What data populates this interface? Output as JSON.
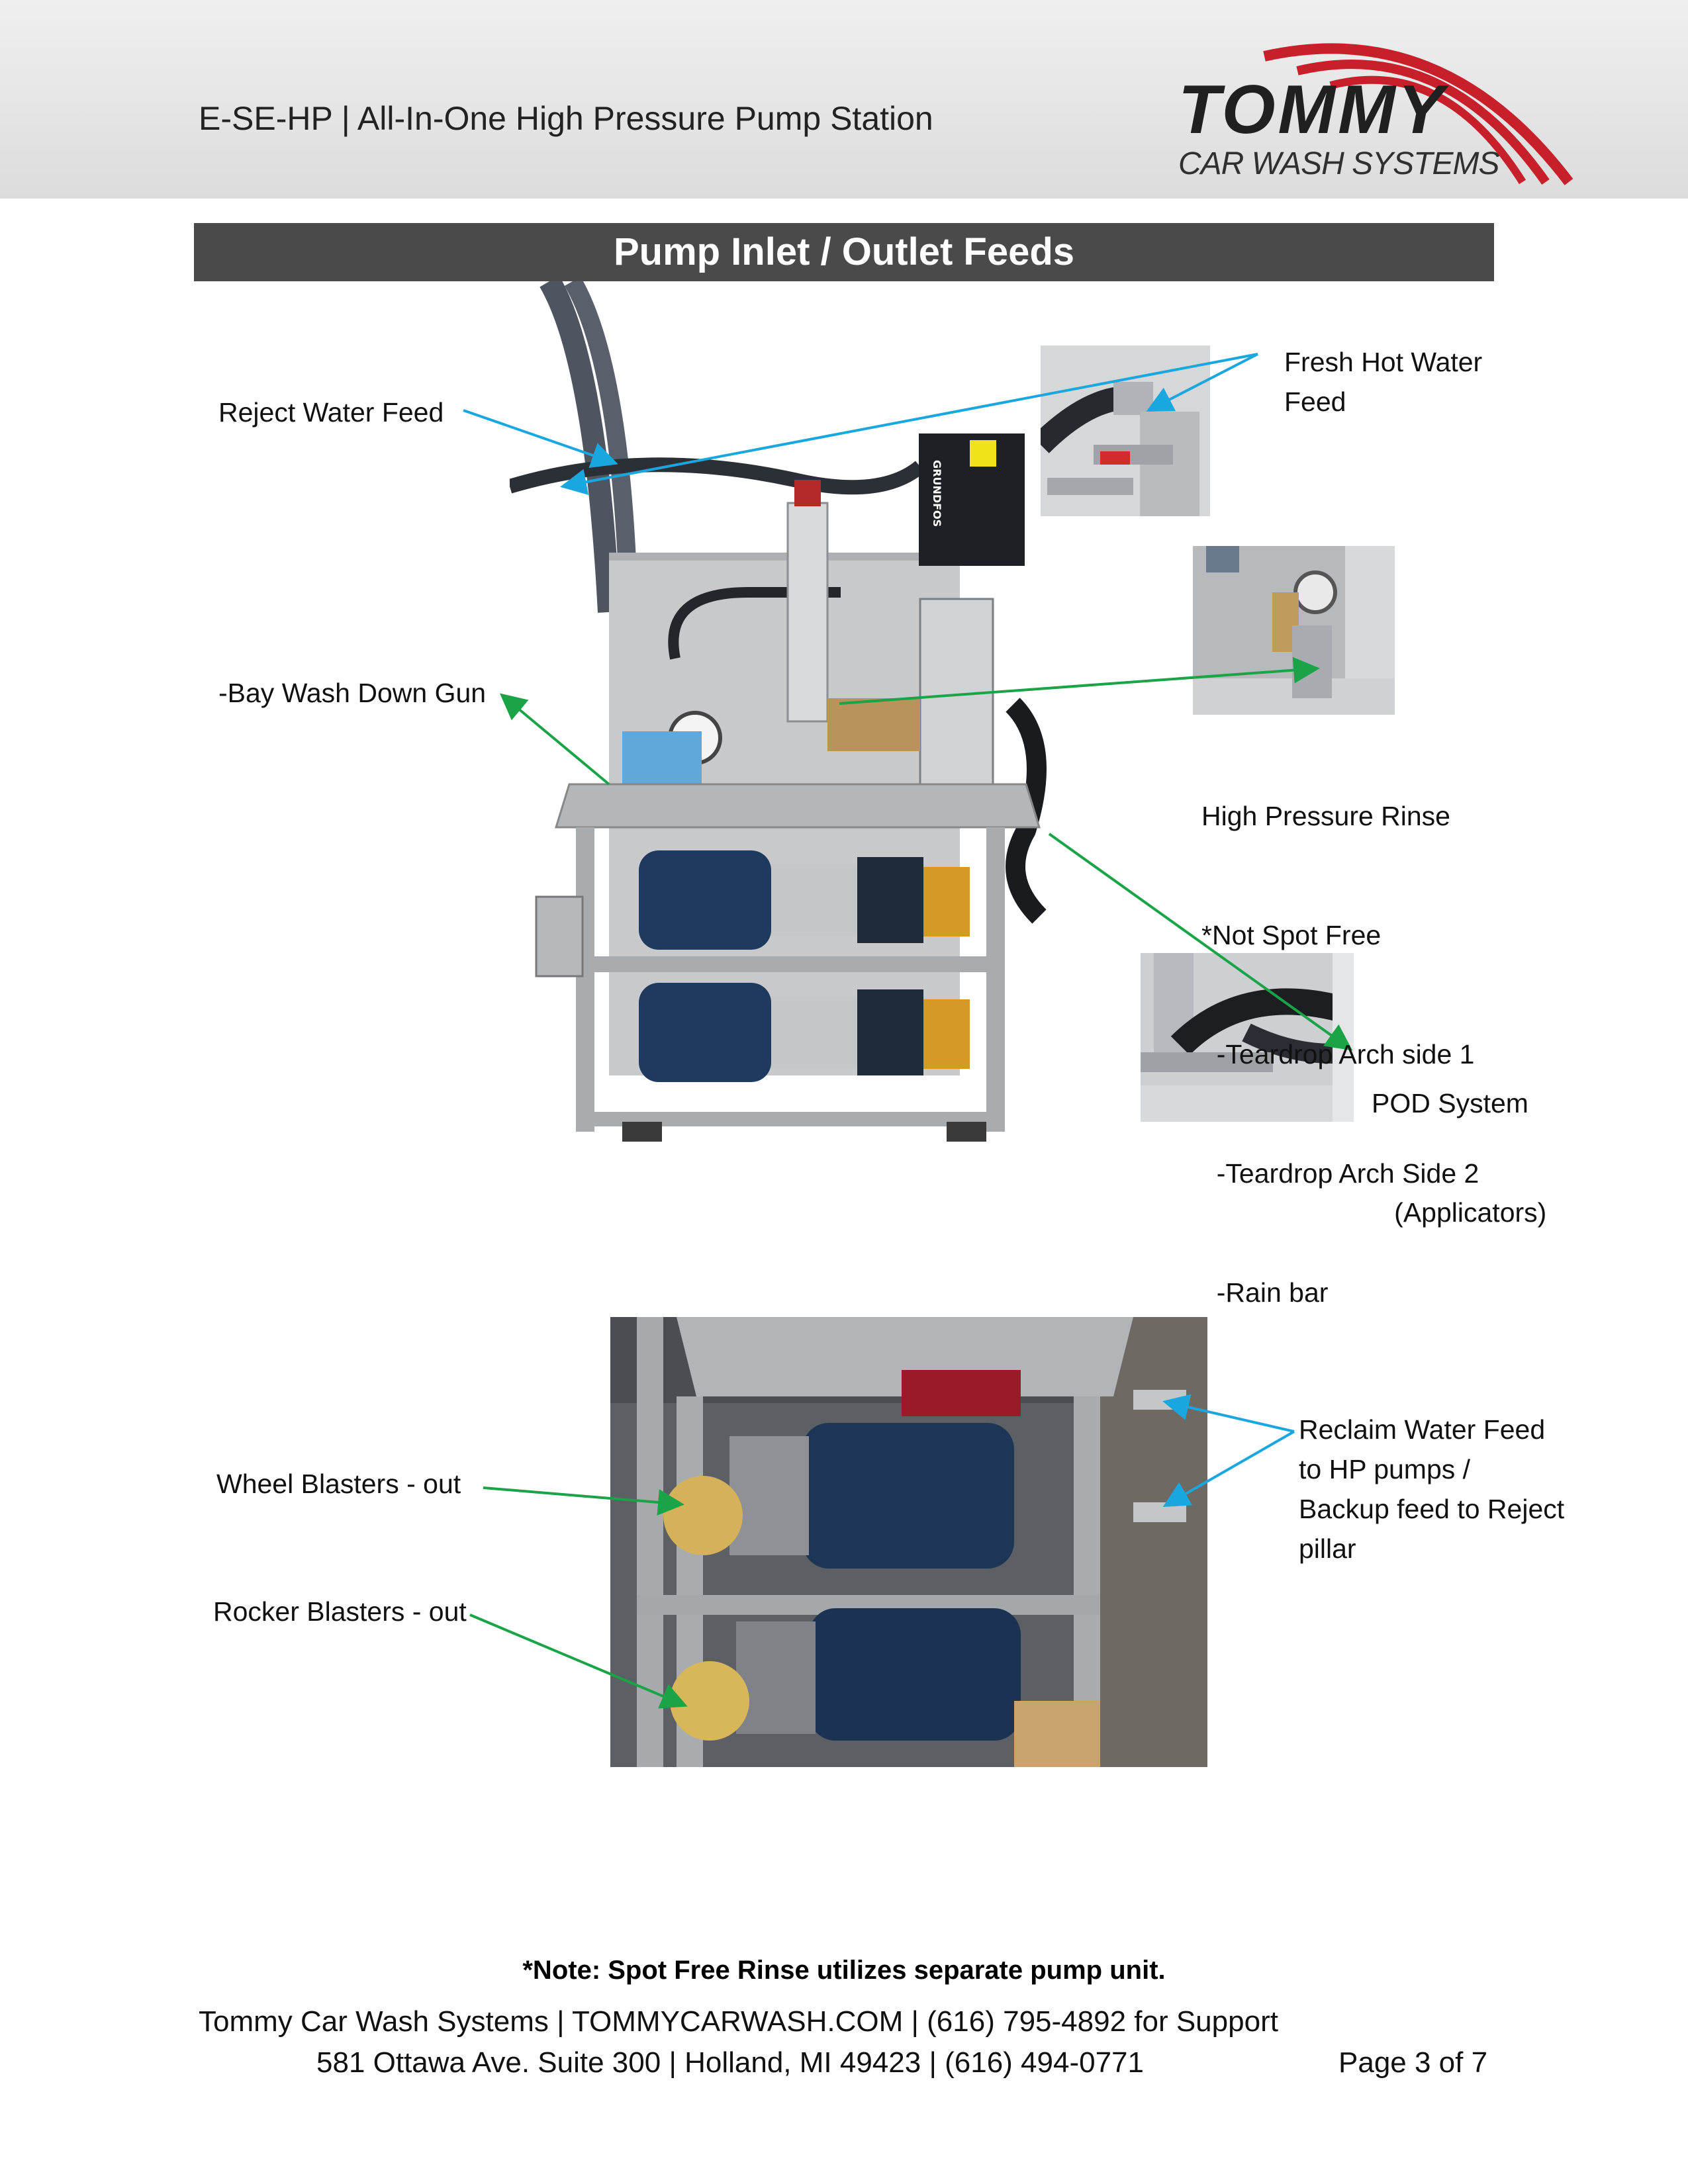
{
  "header": {
    "doc_title": "E-SE-HP | All-In-One High Pressure Pump Station",
    "logo_word_1": "TOMMY",
    "logo_word_2": "CAR WASH SYSTEMS"
  },
  "section_title": "Pump Inlet / Outlet Feeds",
  "labels": {
    "reject_water_feed": "Reject Water Feed",
    "fresh_hot_water_feed": [
      "Fresh Hot Water",
      "Feed"
    ],
    "bay_wash_down_gun": "-Bay Wash Down Gun",
    "high_pressure_rinse": [
      "High Pressure Rinse",
      "*Not Spot Free",
      "  -Teardrop Arch side 1",
      "  -Teardrop Arch Side 2",
      "  -Rain bar"
    ],
    "pod_system": [
      "POD System",
      "   (Applicators)"
    ],
    "wheel_blasters": "Wheel Blasters - out",
    "rocker_blasters": "Rocker Blasters - out",
    "reclaim_water_feed": [
      "Reclaim Water Feed",
      "to HP pumps /",
      "Backup feed to Reject",
      "pillar"
    ]
  },
  "photo_text": {
    "controller_brand": "GRUNDFOS"
  },
  "note": "*Note: Spot Free Rinse utilizes separate pump unit.",
  "footer": {
    "line1": "Tommy Car Wash Systems | TOMMYCARWASH.COM | (616) 795-4892 for Support",
    "line2": "581 Ottawa Ave. Suite 300 | Holland, MI 49423 | (616) 494-0771",
    "page": "Page 3 of 7"
  },
  "colors": {
    "accent_red": "#c8202a",
    "section_bar": "#4a4a4a",
    "arrow_blue": "#1aa6df",
    "arrow_green": "#1aa347"
  }
}
